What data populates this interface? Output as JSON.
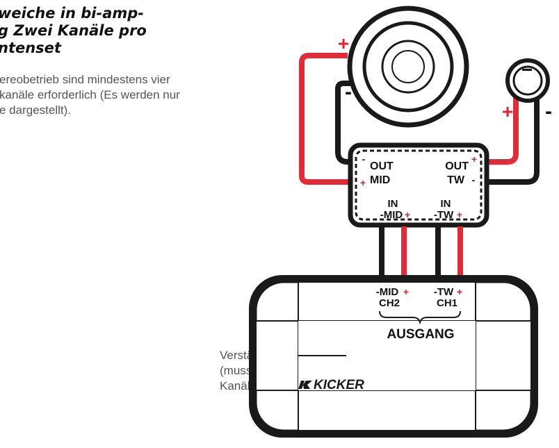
{
  "heading": {
    "line1": "weiche in bi-amp-",
    "line2": "g Zwei Kanäle pro",
    "line3": "ntenset"
  },
  "description": {
    "line1": "ereobetrieb sind mindestens vier",
    "line2": "kanäle erforderlich (Es werden nur",
    "line3": "e dargestellt)."
  },
  "crossover": {
    "out_mid_minus": "-",
    "out_mid_label": "OUT",
    "out_mid_sub": "MID",
    "out_mid_plus": "+",
    "out_tw_label": "OUT",
    "out_tw_plus": "+",
    "out_tw_sub": "TW",
    "out_tw_minus": "-",
    "in_mid_top": "IN",
    "in_mid_bottom": "-MID",
    "in_mid_plus": "+",
    "in_tw_top": "IN",
    "in_tw_bottom": "-TW",
    "in_tw_plus": "+"
  },
  "woofer": {
    "plus": "+",
    "minus": "-"
  },
  "tweeter": {
    "plus": "+",
    "minus": "-"
  },
  "amplifier": {
    "ch2_top": "-MID",
    "ch2_plus": "+",
    "ch2_label": "CH2",
    "ch1_top": "-TW",
    "ch1_plus": "+",
    "ch1_label": "CH1",
    "output_label": "AUSGANG",
    "brand": "KICKER"
  },
  "source_label": {
    "line1": "Verstärker / Quelle",
    "line2": "(muss über mindestens vier",
    "line3": "Kanäle verfügen)"
  },
  "colors": {
    "positive_wire": "#e02b38",
    "negative_wire": "#1a1a1a"
  }
}
